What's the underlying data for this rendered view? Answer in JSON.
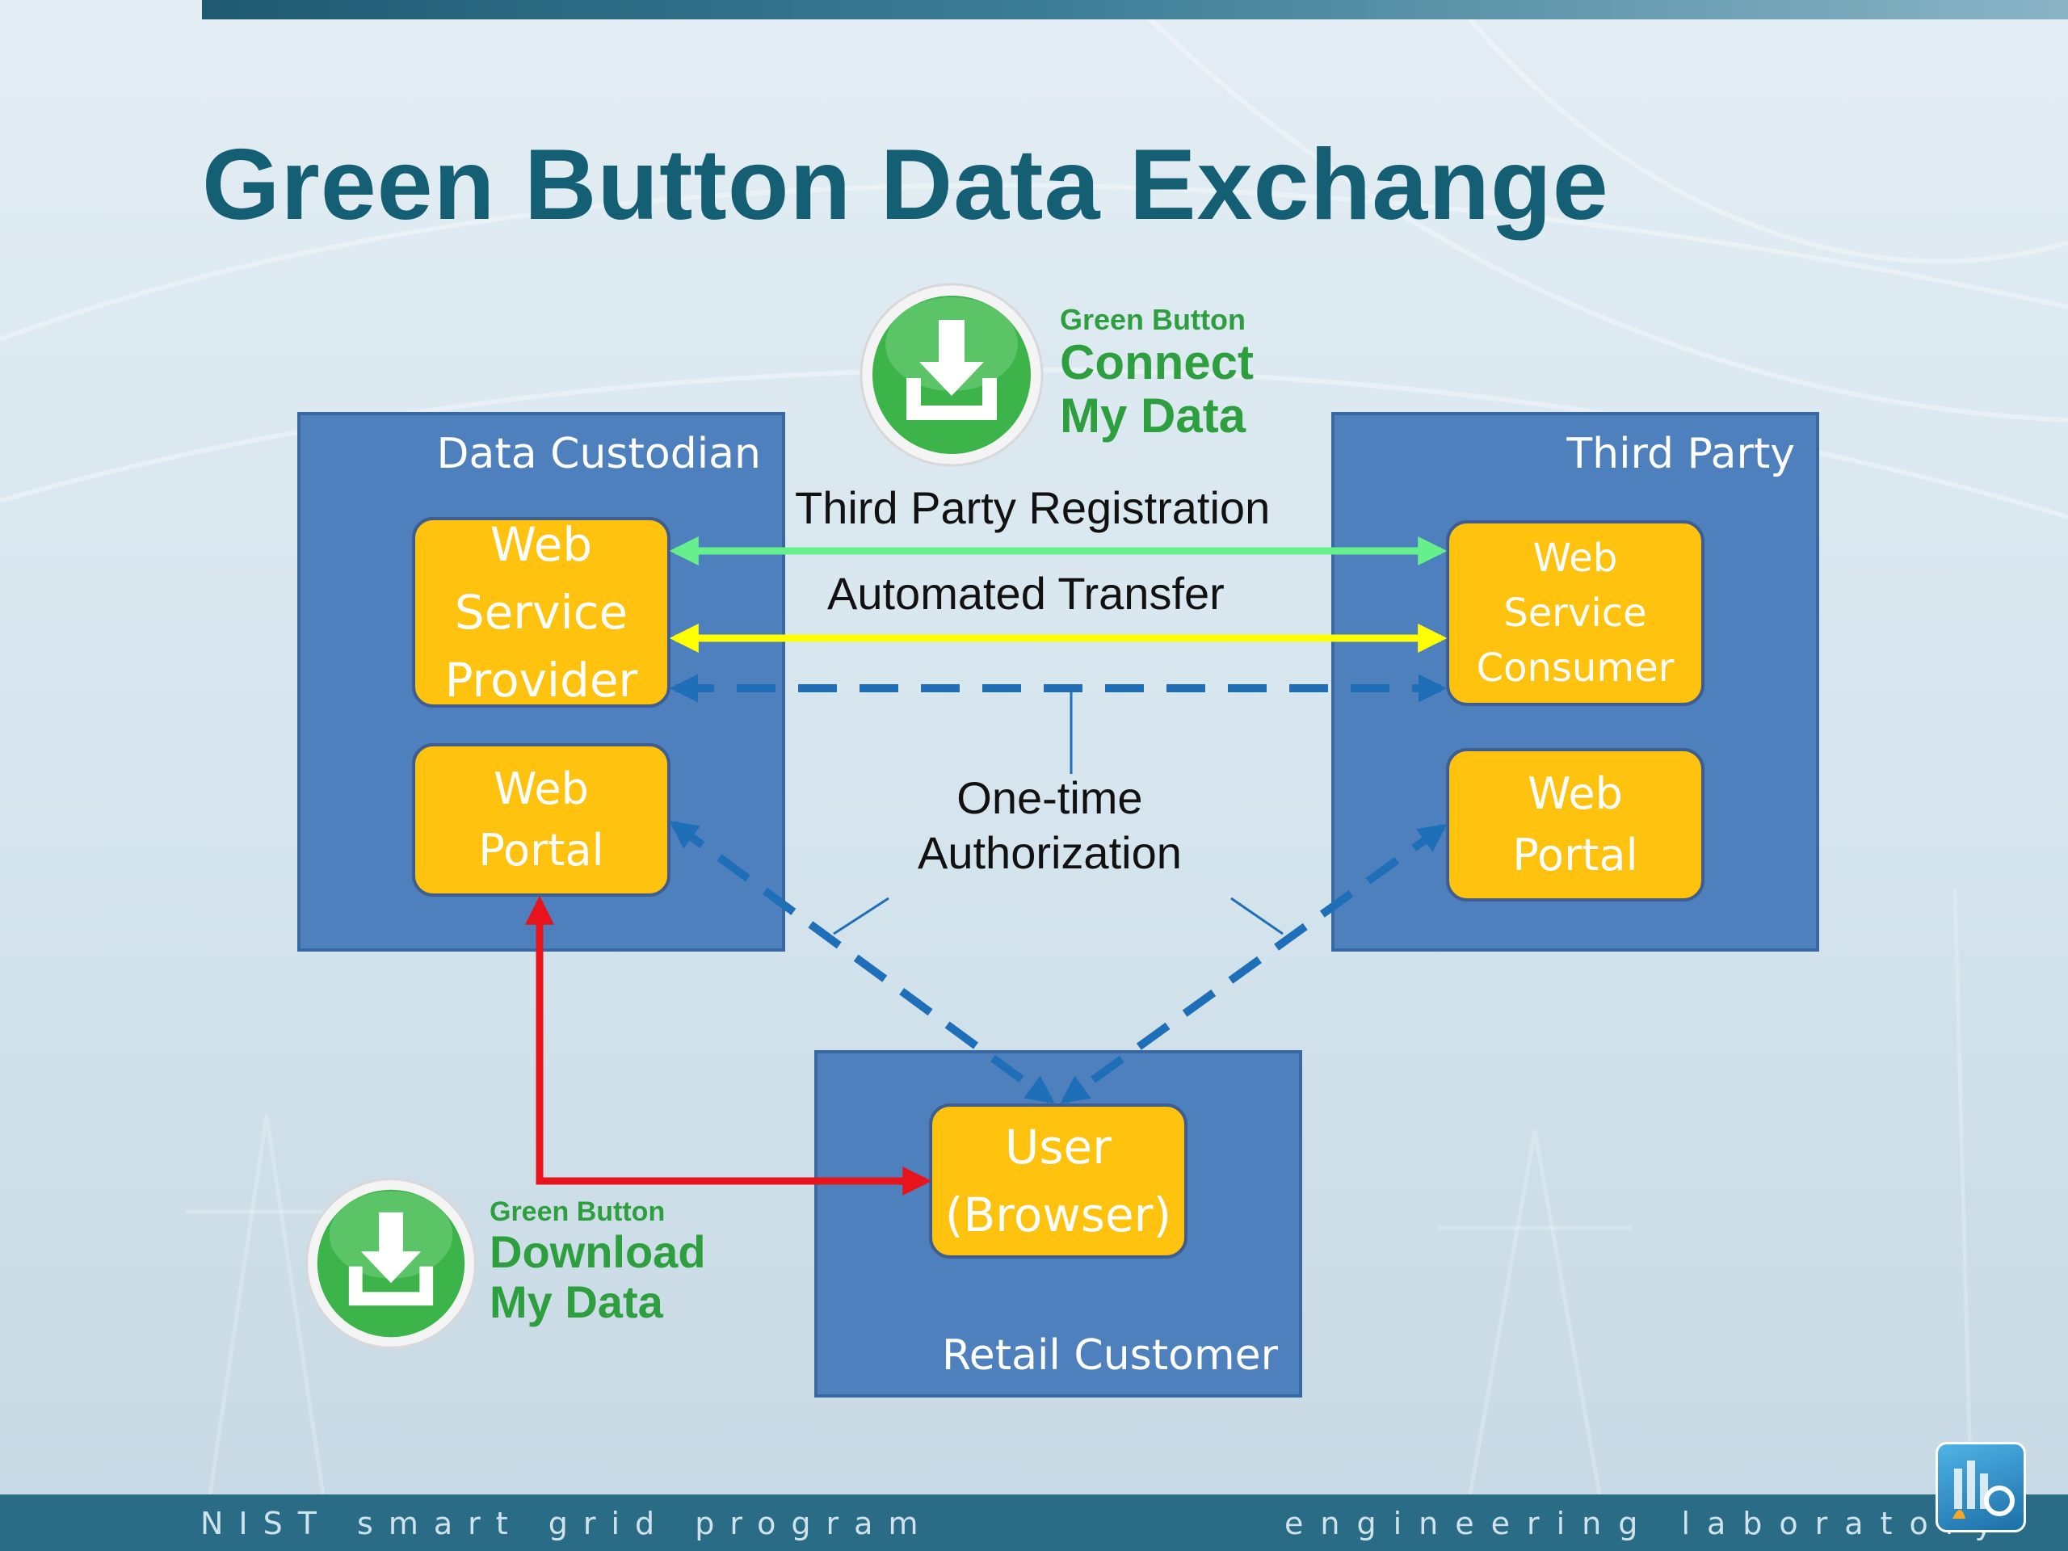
{
  "slide": {
    "title": "Green Button Data Exchange"
  },
  "boxes": {
    "data_custodian": "Data Custodian",
    "third_party": "Third Party",
    "retail_customer": "Retail Customer"
  },
  "components": {
    "web_service_provider": "Web\nService\nProvider",
    "dc_web_portal": "Web\nPortal",
    "web_service_consumer": "Web\nService\nConsumer",
    "tp_web_portal": "Web\nPortal",
    "user_browser": "User\n(Browser)"
  },
  "connections": {
    "third_party_registration": "Third Party Registration",
    "automated_transfer": "Automated Transfer",
    "one_time_authorization": "One-time\nAuthorization"
  },
  "connection_colors": {
    "registration": "#66f08c",
    "automated_transfer": "#ffff00",
    "authorization": "#1f6fb8",
    "download": "#e8141c"
  },
  "badges": {
    "connect": {
      "small": "Green Button",
      "line1": "Connect",
      "line2": "My Data",
      "icon": "download-tray-icon"
    },
    "download": {
      "small": "Green Button",
      "line1": "Download",
      "line2": "My Data",
      "icon": "download-tray-icon"
    }
  },
  "footer": {
    "left": "NIST smart grid program",
    "right": "engineering laboratory",
    "logo": "engineering-lab-logo"
  },
  "colors": {
    "title": "#155f74",
    "box_blue": "#4e80bd",
    "component_yellow": "#ffc20e",
    "badge_green": "#2e9f3e"
  }
}
